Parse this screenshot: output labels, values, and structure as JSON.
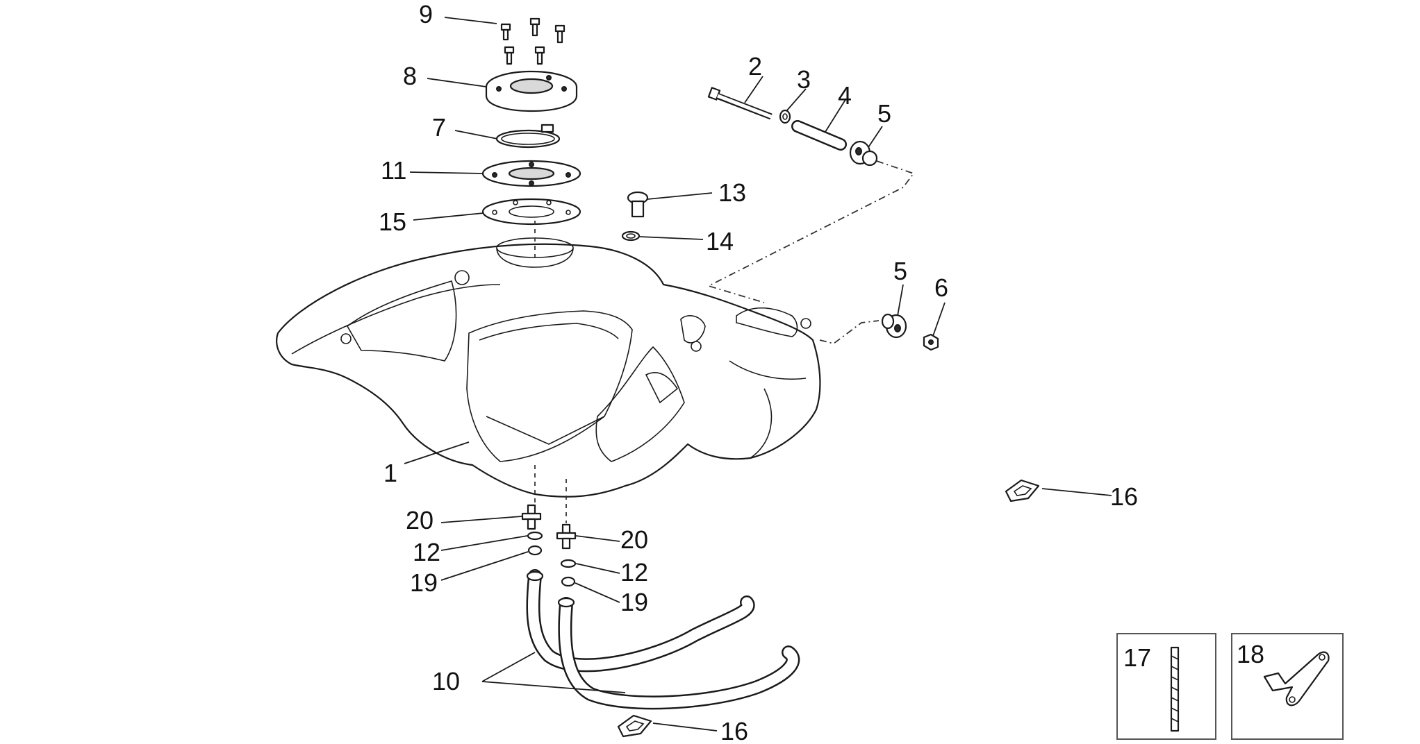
{
  "diagram": {
    "callouts": [
      {
        "id": "c9",
        "label": "9"
      },
      {
        "id": "c8",
        "label": "8"
      },
      {
        "id": "c7",
        "label": "7"
      },
      {
        "id": "c11",
        "label": "11"
      },
      {
        "id": "c15",
        "label": "15"
      },
      {
        "id": "c2",
        "label": "2"
      },
      {
        "id": "c3",
        "label": "3"
      },
      {
        "id": "c4",
        "label": "4"
      },
      {
        "id": "c5a",
        "label": "5"
      },
      {
        "id": "c13",
        "label": "13"
      },
      {
        "id": "c14",
        "label": "14"
      },
      {
        "id": "c5b",
        "label": "5"
      },
      {
        "id": "c6",
        "label": "6"
      },
      {
        "id": "c1",
        "label": "1"
      },
      {
        "id": "c16a",
        "label": "16"
      },
      {
        "id": "c20a",
        "label": "20"
      },
      {
        "id": "c20b",
        "label": "20"
      },
      {
        "id": "c12a",
        "label": "12"
      },
      {
        "id": "c12b",
        "label": "12"
      },
      {
        "id": "c19a",
        "label": "19"
      },
      {
        "id": "c19b",
        "label": "19"
      },
      {
        "id": "c10",
        "label": "10"
      },
      {
        "id": "c16b",
        "label": "16"
      }
    ],
    "insets": [
      {
        "id": "inset17",
        "label": "17"
      },
      {
        "id": "inset18",
        "label": "18"
      }
    ]
  }
}
